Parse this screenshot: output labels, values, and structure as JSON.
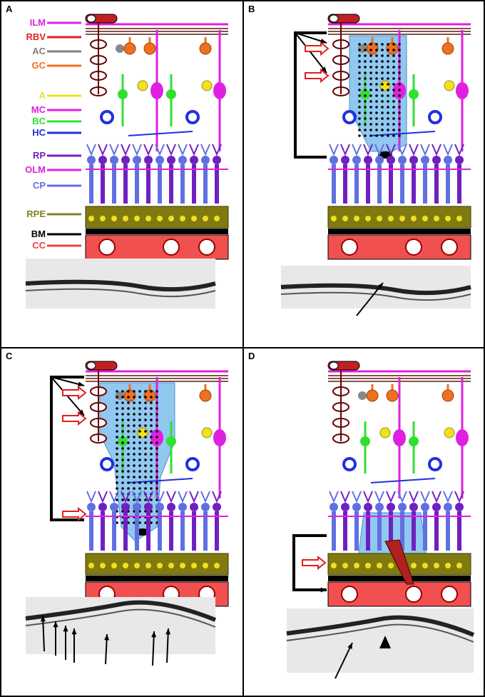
{
  "panels": [
    {
      "letter": "A"
    },
    {
      "letter": "B"
    },
    {
      "letter": "C"
    },
    {
      "letter": "D"
    }
  ],
  "legend": [
    {
      "label": "ILM",
      "color": "#e020e0"
    },
    {
      "label": "RBV",
      "color": "#e02020"
    },
    {
      "label": "AC",
      "color": "#808080"
    },
    {
      "label": "GC",
      "color": "#f07020"
    },
    {
      "label": "A",
      "color": "#f0e020"
    },
    {
      "label": "MC",
      "color": "#e020e0"
    },
    {
      "label": "BC",
      "color": "#30e030"
    },
    {
      "label": "HC",
      "color": "#2030e0"
    },
    {
      "label": "RP",
      "color": "#7020c0"
    },
    {
      "label": "OLM",
      "color": "#e020e0"
    },
    {
      "label": "CP",
      "color": "#6070e0"
    },
    {
      "label": "RPE",
      "color": "#808020"
    },
    {
      "label": "BM",
      "color": "#000000"
    },
    {
      "label": "CC",
      "color": "#f04040"
    }
  ],
  "colors": {
    "fluid": "#90c8f0",
    "arrow_red": "#e02020",
    "rpe": "#807a10",
    "choroid": "#f05050"
  }
}
